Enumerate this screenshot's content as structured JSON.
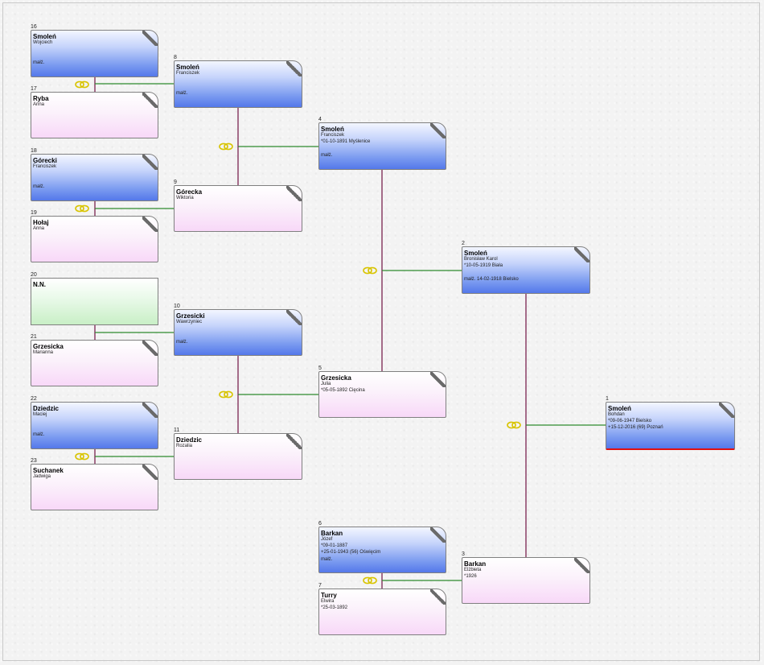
{
  "persons": [
    {
      "id": "p16",
      "num": "16",
      "surname": "Smoleń",
      "given": "Wojciech",
      "marriage": "małż.",
      "sex": "male"
    },
    {
      "id": "p17",
      "num": "17",
      "surname": "Ryba",
      "given": "Anna",
      "sex": "female"
    },
    {
      "id": "p18",
      "num": "18",
      "surname": "Górecki",
      "given": "Franciszek",
      "marriage": "małż.",
      "sex": "male"
    },
    {
      "id": "p19",
      "num": "19",
      "surname": "Hołaj",
      "given": "Anna",
      "sex": "female"
    },
    {
      "id": "p20",
      "num": "20",
      "surname": "N.N.",
      "given": "",
      "sex": "unknown"
    },
    {
      "id": "p21",
      "num": "21",
      "surname": "Grzesicka",
      "given": "Marianna",
      "sex": "female"
    },
    {
      "id": "p22",
      "num": "22",
      "surname": "Dziedzic",
      "given": "Maciej",
      "marriage": "małż.",
      "sex": "male"
    },
    {
      "id": "p23",
      "num": "23",
      "surname": "Suchanek",
      "given": "Jadwiga",
      "sex": "female"
    },
    {
      "id": "p8",
      "num": "8",
      "surname": "Smoleń",
      "given": "Franciszek",
      "marriage": "małż.",
      "sex": "male"
    },
    {
      "id": "p9",
      "num": "9",
      "surname": "Górecka",
      "given": "Wiktoria",
      "sex": "female"
    },
    {
      "id": "p10",
      "num": "10",
      "surname": "Grzesicki",
      "given": "Wawrzyniec",
      "marriage": "małż.",
      "sex": "male"
    },
    {
      "id": "p11",
      "num": "11",
      "surname": "Dziedzic",
      "given": "Rozalia",
      "sex": "female"
    },
    {
      "id": "p4",
      "num": "4",
      "surname": "Smoleń",
      "given": "Franciszek",
      "line1": "*01-10-1891 Myślenice",
      "marriage": "małż.",
      "sex": "male"
    },
    {
      "id": "p5",
      "num": "5",
      "surname": "Grzesicka",
      "given": "Julia",
      "line1": "*05-05-1892 Cięcina",
      "sex": "female"
    },
    {
      "id": "p6",
      "num": "6",
      "surname": "Barkan",
      "given": "Józef",
      "line1": "*09-01-1887",
      "line2": "+25-01-1943 (56) Oświęcim",
      "marriage": "małż.",
      "sex": "male"
    },
    {
      "id": "p7",
      "num": "7",
      "surname": "Turry",
      "given": "Elwira",
      "line1": "*25-03-1892",
      "sex": "female"
    },
    {
      "id": "p2",
      "num": "2",
      "surname": "Smoleń",
      "given": "Bronisław Karol",
      "line1": "*10-05-1919 Biała",
      "marriage": "małż. 14-02-1918 Bielsko",
      "sex": "male"
    },
    {
      "id": "p3",
      "num": "3",
      "surname": "Barkan",
      "given": "Elżbieta",
      "line1": "*1926",
      "sex": "female"
    },
    {
      "id": "p1",
      "num": "1",
      "surname": "Smoleń",
      "given": "Bohdan",
      "line1": "*09-06-1947 Bielsko",
      "line2": "+15-12-2016 (69) Poznań",
      "sex": "male"
    }
  ],
  "colors": {
    "male_bottom": "#5478ea",
    "female_bottom": "#f8d8f8",
    "unknown_bottom": "#c9efc6",
    "descent_line": "#7b2350",
    "marriage_line": "#2e8b2e",
    "root_underline": "#e01010",
    "rings": "#d8c400"
  },
  "icons": {
    "marriage": "wedding-rings-icon",
    "corner": "corner-fold-icon"
  }
}
